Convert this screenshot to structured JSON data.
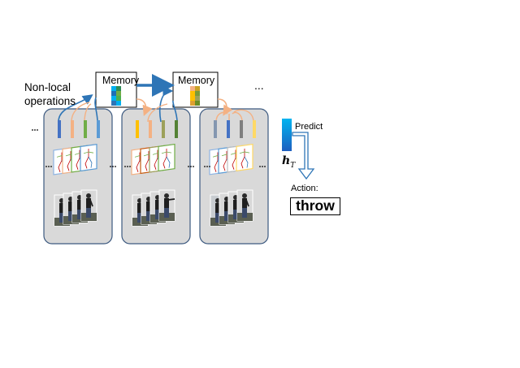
{
  "labels": {
    "non_local_line1": "Non-local",
    "non_local_line2": "operations",
    "memory_1": "Memory",
    "memory_2": "Memory",
    "predict": "Predict",
    "action_label": "Action:",
    "action_value": "throw",
    "hidden_state_symbol": "h",
    "hidden_state_subscript": "T",
    "ellipsis": "..."
  },
  "colors": {
    "panel_fill": "#d9d9d9",
    "panel_border": "#3d5a80",
    "link_blue": "#2e75b6",
    "link_orange": "#f4b183",
    "feature_bar_hT": "#0096e0"
  },
  "segments": [
    {
      "name": "segment-1",
      "feature_colors": [
        "#4472c4",
        "#f4b183",
        "#70ad47",
        "#5b9bd5"
      ]
    },
    {
      "name": "segment-2",
      "feature_colors": [
        "#ffc000",
        "#f4b183",
        "#9ca05a",
        "#548235"
      ]
    },
    {
      "name": "segment-3",
      "feature_colors": [
        "#8497b0",
        "#4472c4",
        "#7f7f7f",
        "#ffd966"
      ]
    }
  ],
  "memory_grids": {
    "memory_1": [
      "#00b0f0",
      "#2e8b57",
      "#1f6fb5",
      "#70ad47",
      "#00b0f0",
      "#4caf50",
      "#2e75b6",
      "#00b0f0"
    ],
    "memory_2": [
      "#f4b183",
      "#c9a227",
      "#ffc000",
      "#7a9a3a",
      "#ffc000",
      "#9ca05a",
      "#e0a030",
      "#6b8e23"
    ]
  }
}
